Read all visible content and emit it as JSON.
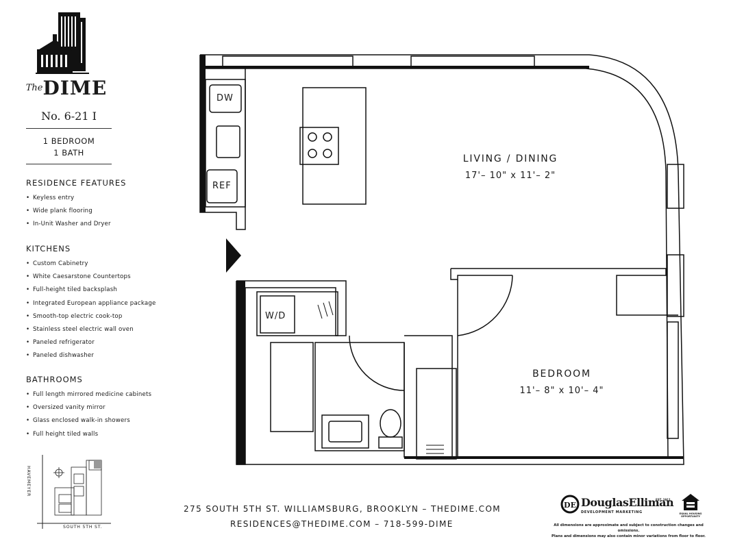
{
  "brand": {
    "prefix": "The",
    "name": "DIME"
  },
  "unit": {
    "number": "No. 6-21 I",
    "bedrooms": "1 BEDROOM",
    "baths": "1 BATH"
  },
  "sections": [
    {
      "title": "RESIDENCE FEATURES",
      "items": [
        "Keyless entry",
        "Wide plank flooring",
        "In-Unit Washer and Dryer"
      ]
    },
    {
      "title": "KITCHENS",
      "items": [
        "Custom Cabinetry",
        "White Caesarstone Countertops",
        "Full-height tiled backsplash",
        "Integrated European appliance package",
        "Smooth-top electric cook-top",
        "Stainless steel electric wall oven",
        "Paneled refrigerator",
        "Paneled dishwasher"
      ]
    },
    {
      "title": "BATHROOMS",
      "items": [
        "Full length mirrored medicine cabinets",
        "Oversized vanity mirror",
        "Glass enclosed walk-in showers",
        "Full height tiled walls"
      ]
    }
  ],
  "rooms": {
    "living": {
      "name": "LIVING / DINING",
      "dims": "17'– 10\" x 11'– 2\""
    },
    "bedroom": {
      "name": "BEDROOM",
      "dims": "11'– 8\" x 10'– 4\""
    }
  },
  "fixtures": {
    "dishwasher": "DW",
    "refrigerator": "REF",
    "washer_dryer": "W/D"
  },
  "keyplan": {
    "street_vertical": "HAVEMEYER",
    "street_horizontal": "SOUTH 5TH ST."
  },
  "footer": {
    "address": "275 SOUTH 5TH ST. WILLIAMSBURG, BROOKLYN – THEDIME.COM",
    "contact": "RESIDENCES@THEDIME.COM – 718-599-DIME",
    "broker_name": "DouglasElliman",
    "broker_sub": "DEVELOPMENT MARKETING",
    "broker_est": "EST. 1911",
    "eho": "EQUAL HOUSING OPPORTUNITY",
    "disclaimer_1": "All dimensions are approximate and subject to construction changes and omissions.",
    "disclaimer_2": "Plans and dimensions may also contain minor variations from floor to floor."
  }
}
